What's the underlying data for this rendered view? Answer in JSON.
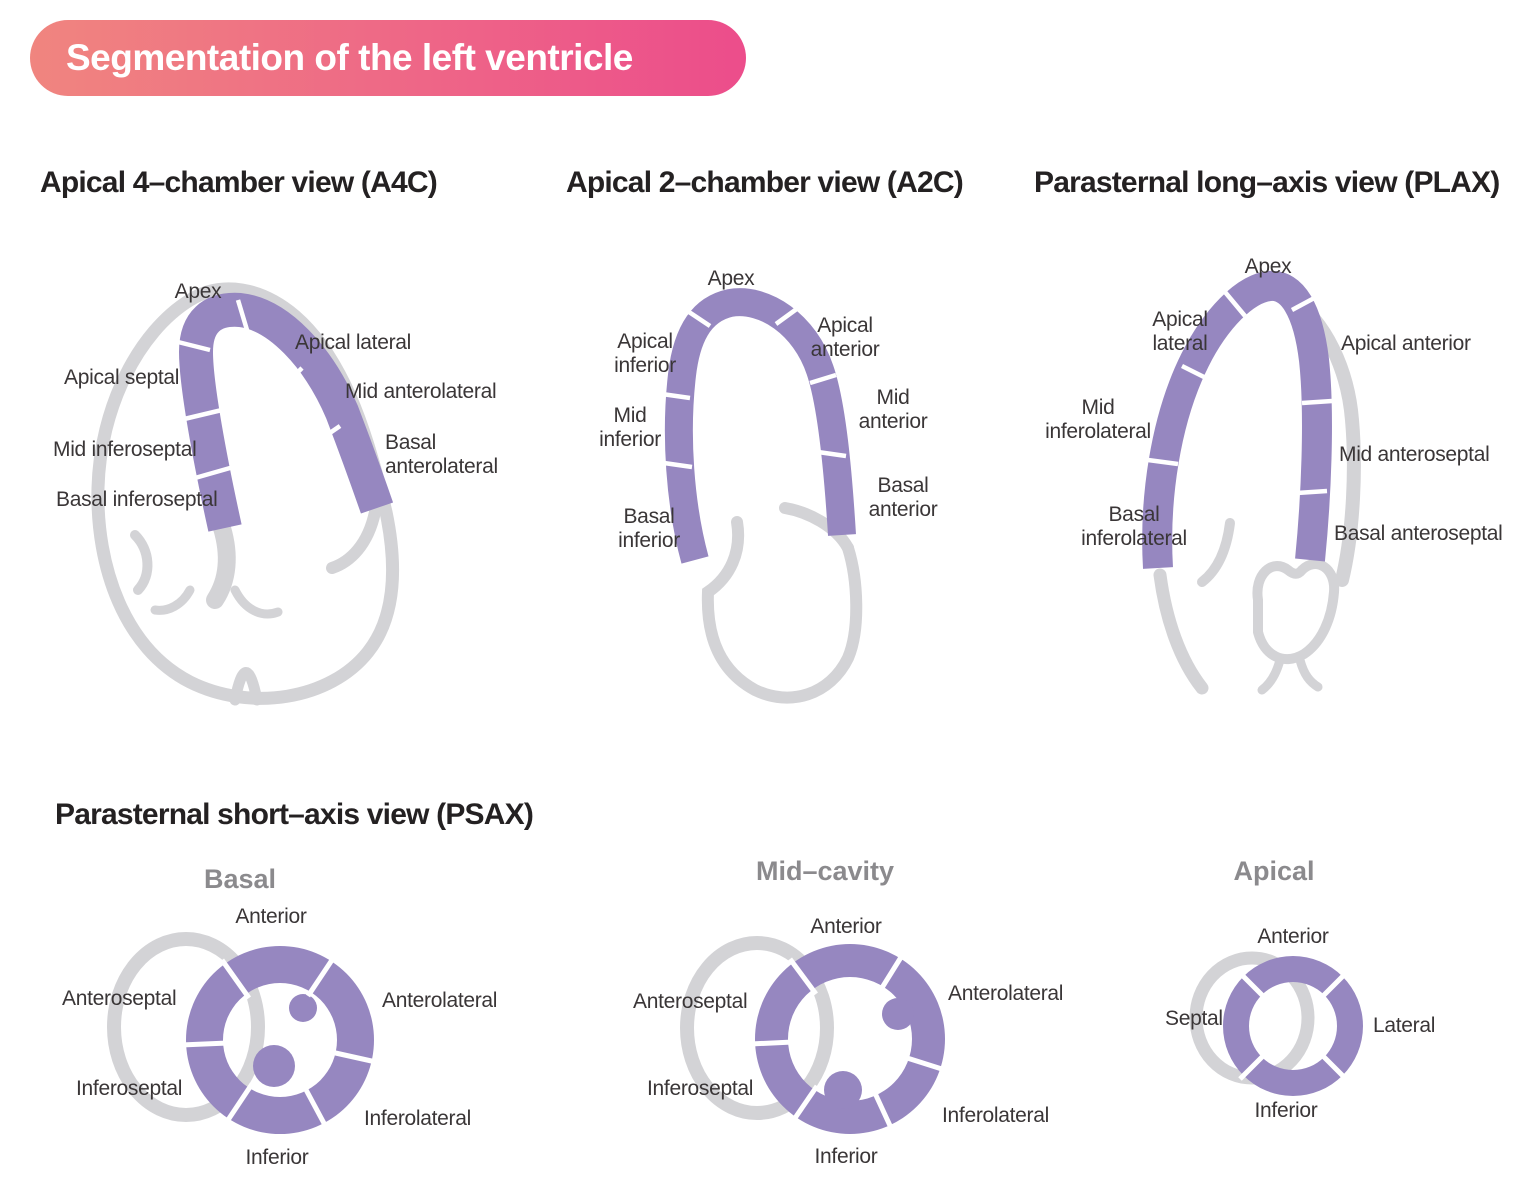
{
  "banner": {
    "title": "Segmentation of the left ventricle",
    "gradient_left": "#f0857f",
    "gradient_right": "#ec4d8b"
  },
  "colors": {
    "segment_purple": "#9687c0",
    "outline_gray": "#d3d3d6",
    "label_text": "#3a3637",
    "heading_text": "#242122",
    "subtitle_gray": "#8b8a8d",
    "gap_white": "#ffffff"
  },
  "panels": {
    "a4c": {
      "heading": "Apical 4–chamber view (A4C)",
      "labels": {
        "apex": "Apex",
        "apical_lateral": "Apical lateral",
        "mid_anterolateral": "Mid anterolateral",
        "basal_anterolateral": "Basal\nanterolateral",
        "apical_septal": "Apical septal",
        "mid_inferoseptal": "Mid inferoseptal",
        "basal_inferoseptal": "Basal inferoseptal"
      }
    },
    "a2c": {
      "heading": "Apical 2–chamber view (A2C)",
      "labels": {
        "apex": "Apex",
        "apical_anterior": "Apical\nanterior",
        "mid_anterior": "Mid\nanterior",
        "basal_anterior": "Basal\nanterior",
        "apical_inferior": "Apical\ninferior",
        "mid_inferior": "Mid\ninferior",
        "basal_inferior": "Basal\ninferior"
      }
    },
    "plax": {
      "heading": "Parasternal long–axis view (PLAX)",
      "labels": {
        "apex": "Apex",
        "apical_lateral": "Apical\nlateral",
        "mid_inferolateral": "Mid\ninferolateral",
        "basal_inferolateral": "Basal\ninferolateral",
        "apical_anterior": "Apical anterior",
        "mid_anteroseptal": "Mid anteroseptal",
        "basal_anteroseptal": "Basal anteroseptal"
      }
    },
    "psax": {
      "heading": "Parasternal short–axis view (PSAX)",
      "basal": {
        "subtitle": "Basal",
        "labels": {
          "anterior": "Anterior",
          "anterolateral": "Anterolateral",
          "inferolateral": "Inferolateral",
          "inferior": "Inferior",
          "inferoseptal": "Inferoseptal",
          "anteroseptal": "Anteroseptal"
        }
      },
      "mid": {
        "subtitle": "Mid–cavity",
        "labels": {
          "anterior": "Anterior",
          "anterolateral": "Anterolateral",
          "inferolateral": "Inferolateral",
          "inferior": "Inferior",
          "inferoseptal": "Inferoseptal",
          "anteroseptal": "Anteroseptal"
        }
      },
      "apical": {
        "subtitle": "Apical",
        "labels": {
          "anterior": "Anterior",
          "lateral": "Lateral",
          "inferior": "Inferior",
          "septal": "Septal"
        }
      }
    }
  }
}
